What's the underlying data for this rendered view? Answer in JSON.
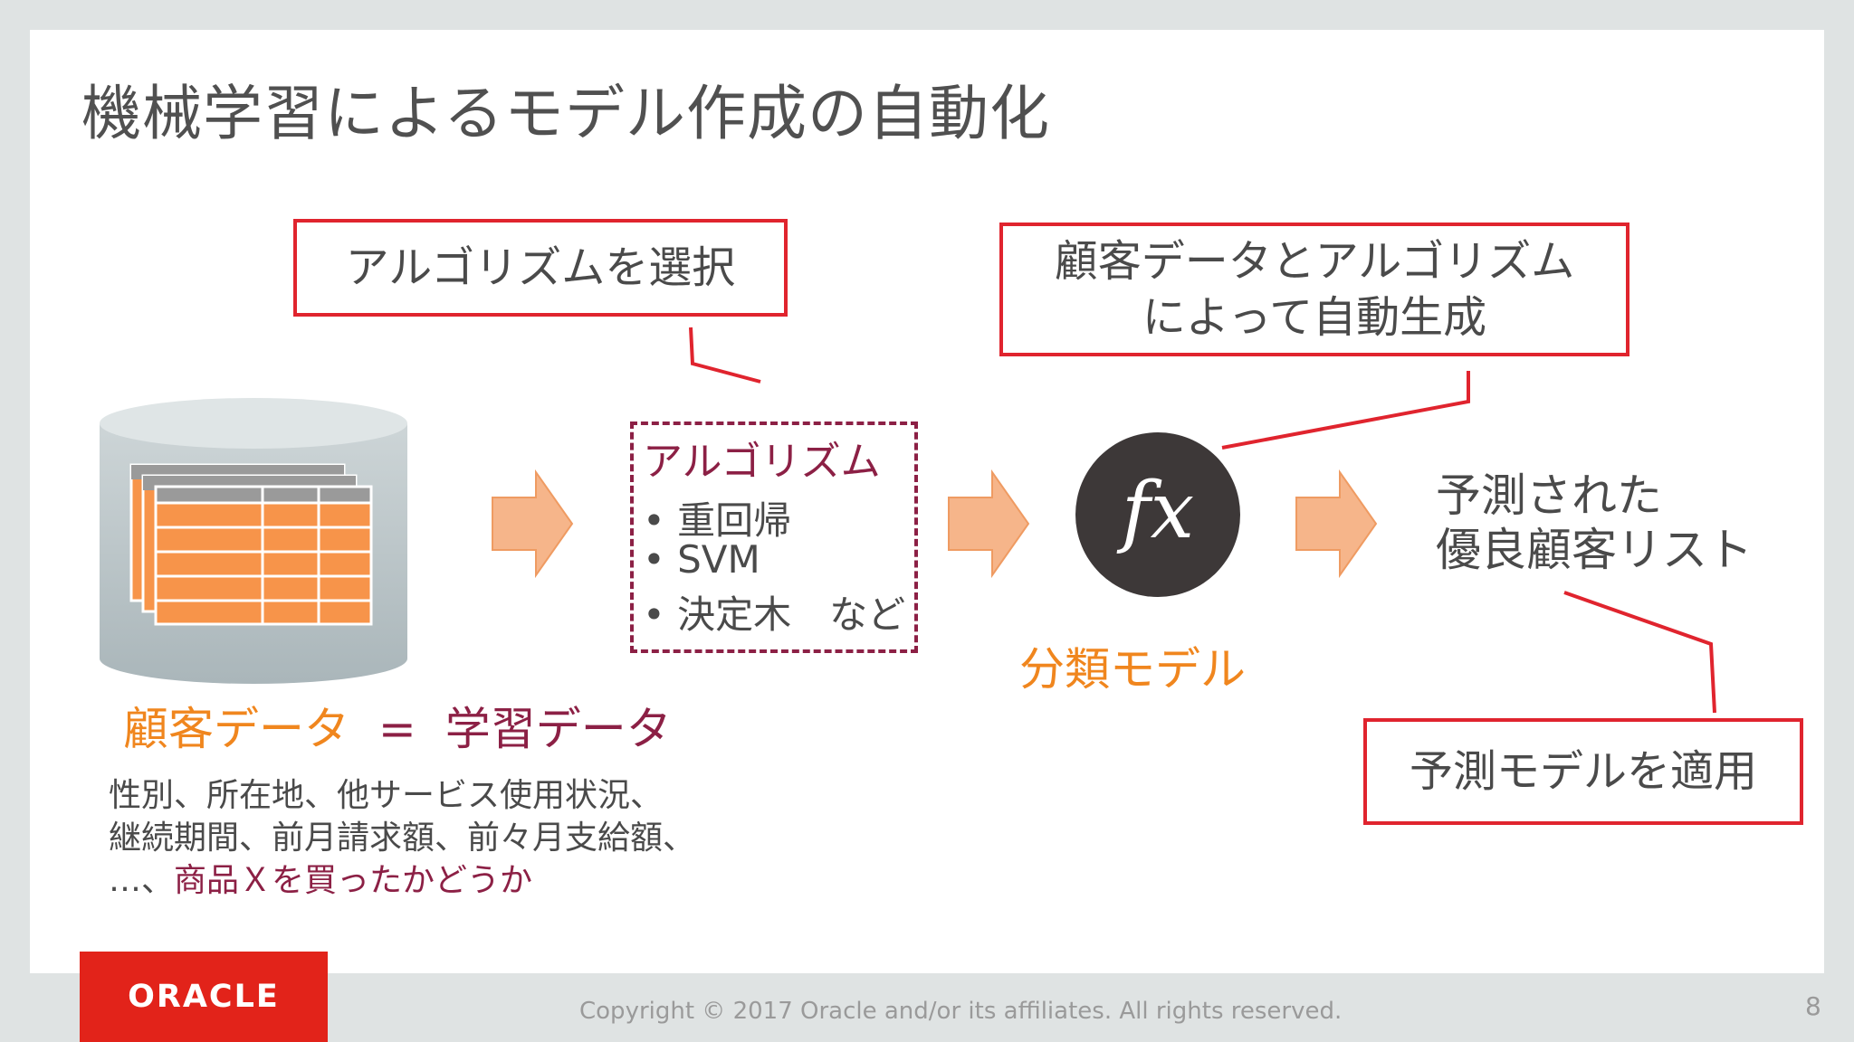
{
  "slide": {
    "title": "機械学習によるモデル作成の自動化",
    "page_number": "8",
    "copyright": "Copyright © 2017 Oracle and/or its affiliates.  All rights reserved.",
    "logo_text": "ORACLE"
  },
  "callouts": {
    "select_algorithm": "アルゴリズムを選択",
    "auto_generate_line1": "顧客データとアルゴリズム",
    "auto_generate_line2": "によって自動生成",
    "apply_model": "予測モデルを適用"
  },
  "algorithm_box": {
    "title": "アルゴリズム",
    "items": [
      "重回帰",
      "SVM",
      "決定木　など"
    ]
  },
  "model": {
    "icon_glyph": "fx",
    "label": "分類モデル"
  },
  "result": {
    "line1": "予測された",
    "line2": "優良顧客リスト"
  },
  "data": {
    "customer_label": "顧客データ",
    "equals": "=",
    "training_label": "学習データ",
    "features_line1": "性別、所在地、他サービス使用状況、",
    "features_line2": "継続期間、前月請求額、前々月支給額、",
    "features_line3_prefix": "…、",
    "features_line3_highlight": "商品Ｘを買ったかどうか"
  },
  "colors": {
    "accent_red": "#e0242e",
    "algo_maroon": "#8c2045",
    "orange": "#f0861e",
    "arrow_fill": "#f6b58a",
    "table_orange": "#f7944a",
    "oracle_red": "#e2231a"
  },
  "icons": [
    "database-icon",
    "arrow-right-icon",
    "function-icon"
  ]
}
